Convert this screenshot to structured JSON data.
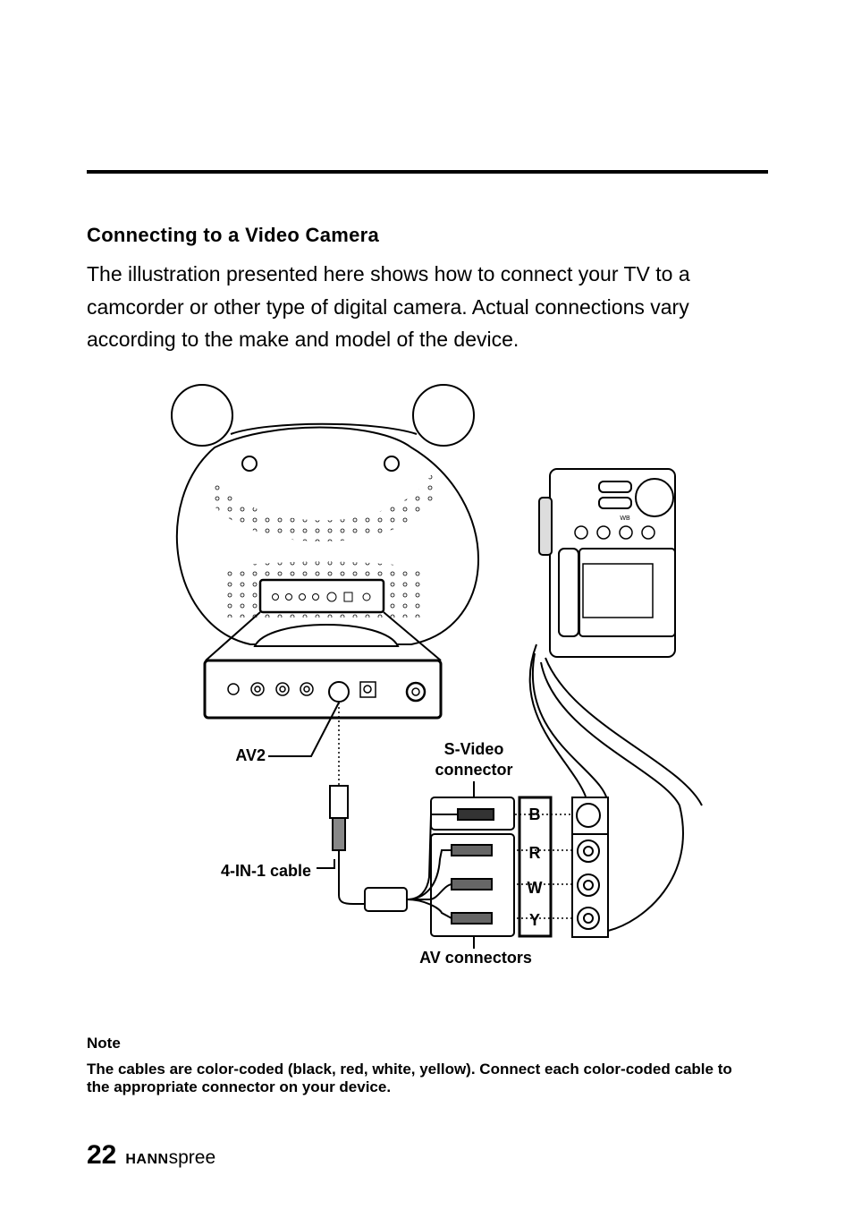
{
  "section": {
    "title": "Connecting to a Video Camera",
    "intro": "The illustration presented here shows how to connect your TV to a camcorder or other type of digital camera. Actual connections vary according to the make and model of the device."
  },
  "figure": {
    "labels": {
      "av2": "AV2",
      "svideo_line1": "S-Video",
      "svideo_line2": "connector",
      "cable": "4-IN-1 cable",
      "av_connectors": "AV connectors"
    },
    "color_codes": [
      "B",
      "R",
      "W",
      "Y"
    ],
    "camera_labels": {
      "wb": "WB"
    }
  },
  "note": {
    "title": "Note",
    "body": "The cables are color-coded (black, red, white, yellow). Connect each color-coded cable to the appropriate connector on your device."
  },
  "footer": {
    "page_number": "22",
    "brand_bold": "HANN",
    "brand_light": "spree"
  }
}
